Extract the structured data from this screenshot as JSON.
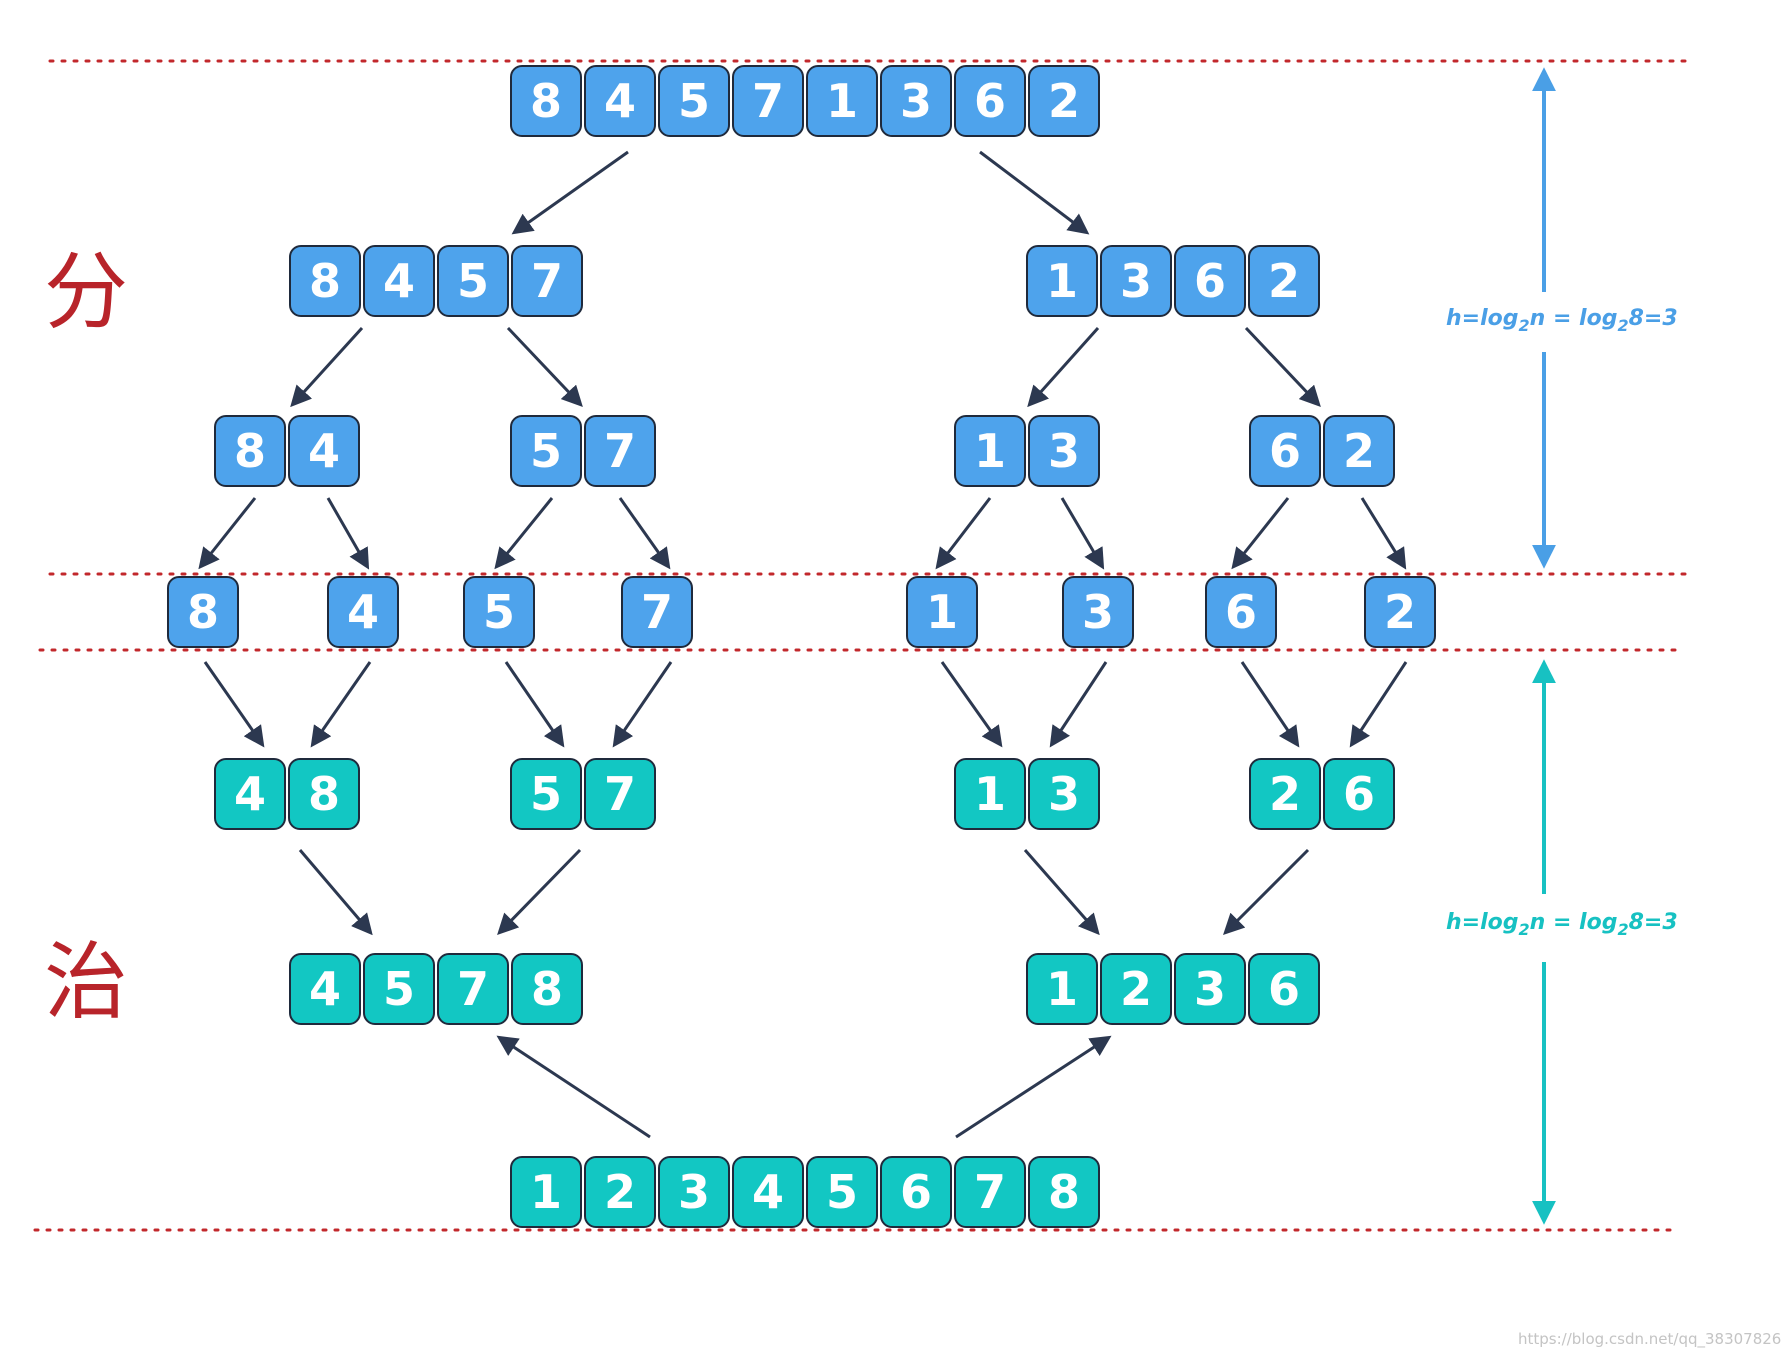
{
  "split_char": "分",
  "merge_char": "治",
  "height_label": {
    "h": "h=log",
    "sub1": "2",
    "mid": "n = log",
    "sub2": "2",
    "end": "8=3"
  },
  "colors": {
    "split_fill": "#4ea3ec",
    "merge_fill": "#12c7c3",
    "char_red": "#b8242a",
    "guide_red": "#c2282c",
    "arrow": "#2c3850",
    "split_height_arrow": "#4a9fe6",
    "merge_height_arrow": "#17c1c2"
  },
  "levels": {
    "split0": [
      [
        8,
        4,
        5,
        7,
        1,
        3,
        6,
        2
      ]
    ],
    "split1": [
      [
        8,
        4,
        5,
        7
      ],
      [
        1,
        3,
        6,
        2
      ]
    ],
    "split2": [
      [
        8,
        4
      ],
      [
        5,
        7
      ],
      [
        1,
        3
      ],
      [
        6,
        2
      ]
    ],
    "split3": [
      [
        8
      ],
      [
        4
      ],
      [
        5
      ],
      [
        7
      ],
      [
        1
      ],
      [
        3
      ],
      [
        6
      ],
      [
        2
      ]
    ],
    "merge1": [
      [
        4,
        8
      ],
      [
        5,
        7
      ],
      [
        1,
        3
      ],
      [
        2,
        6
      ]
    ],
    "merge2": [
      [
        4,
        5,
        7,
        8
      ],
      [
        1,
        2,
        3,
        6
      ]
    ],
    "merge3": [
      [
        1,
        2,
        3,
        4,
        5,
        6,
        7,
        8
      ]
    ]
  },
  "watermark": "https://blog.csdn.net/qq_38307826"
}
